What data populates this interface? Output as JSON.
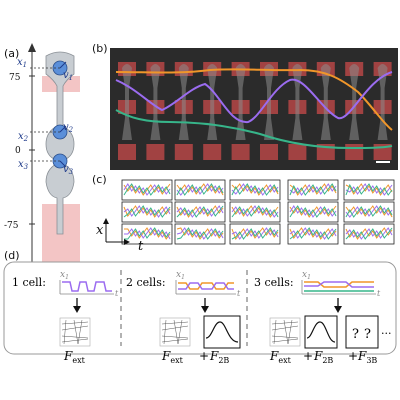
{
  "panels": {
    "a": {
      "label": "(a)",
      "tick_top": "75",
      "tick_mid": "0",
      "tick_bottom": "-75",
      "pos": [
        "x",
        "1",
        "x",
        "2",
        "x",
        "3"
      ],
      "vel": [
        "v",
        "1",
        "v",
        "2",
        "v",
        "3"
      ],
      "colors": {
        "cell": "#c8cdd2",
        "nucleus": "#5b8fd9",
        "pad": "#f3c5c5"
      }
    },
    "b": {
      "label": "(b)",
      "colors": {
        "orange": "#f0962a",
        "purple": "#9b6cf0",
        "green": "#37b58a",
        "bg": "#2b2b2b",
        "pad": "#c94b4b"
      }
    },
    "c": {
      "label": "(c)",
      "xlabel": "x",
      "tlabel": "t"
    },
    "d": {
      "label": "(d)",
      "cell1": "1 cell:",
      "cell2": "2 cells:",
      "cell3": "3 cells:",
      "x_axis": "x",
      "x_sub": "1",
      "t_axis": "t",
      "Fext": {
        "base": "F",
        "sub": "ext"
      },
      "F2B": {
        "base": "F",
        "sub": "2B"
      },
      "F3B": {
        "base": "F",
        "sub": "3B"
      },
      "plus": "+",
      "qmark": "?",
      "ellipsis": "..."
    }
  }
}
